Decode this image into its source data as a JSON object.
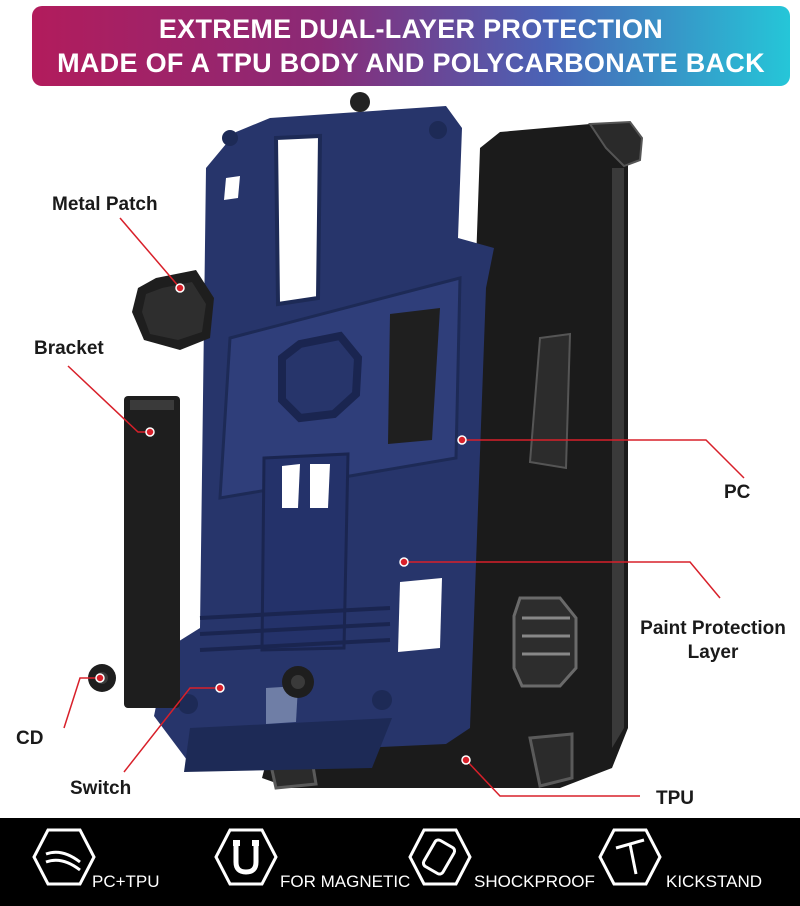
{
  "banner": {
    "line1": "EXTREME DUAL-LAYER PROTECTION",
    "line2": "MADE OF A TPU BODY AND POLYCARBONATE BACK"
  },
  "callouts": {
    "metal_patch": "Metal Patch",
    "bracket": "Bracket",
    "cd": "CD",
    "switch": "Switch",
    "pc": "PC",
    "paint_line1": "Paint Protection",
    "paint_line2": "Layer",
    "tpu": "TPU"
  },
  "features": [
    {
      "label": "PC+TPU",
      "icon": "layers-icon"
    },
    {
      "label": "FOR MAGNETIC",
      "icon": "magnet-icon"
    },
    {
      "label": "SHOCKPROOF",
      "icon": "phone-shock-icon"
    },
    {
      "label": "KICKSTAND",
      "icon": "kickstand-icon"
    }
  ],
  "colors": {
    "case_blue": "#27356b",
    "callout_red": "#d8202a",
    "black_shell": "#1b1b1b"
  }
}
